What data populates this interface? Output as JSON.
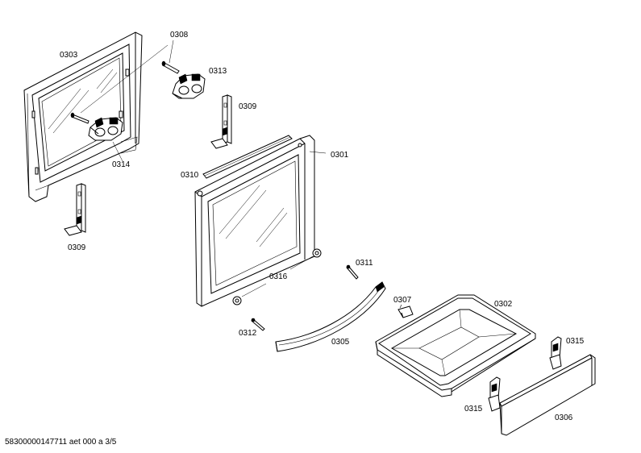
{
  "labels": {
    "p0301": "0301",
    "p0302": "0302",
    "p0303": "0303",
    "p0305": "0305",
    "p0306": "0306",
    "p0307": "0307",
    "p0308": "0308",
    "p0309a": "0309",
    "p0309b": "0309",
    "p0310": "0310",
    "p0311": "0311",
    "p0312": "0312",
    "p0313": "0313",
    "p0314": "0314",
    "p0315a": "0315",
    "p0315b": "0315",
    "p0316": "0316"
  },
  "footer": "58300000147711 aet 000 a 3/5"
}
